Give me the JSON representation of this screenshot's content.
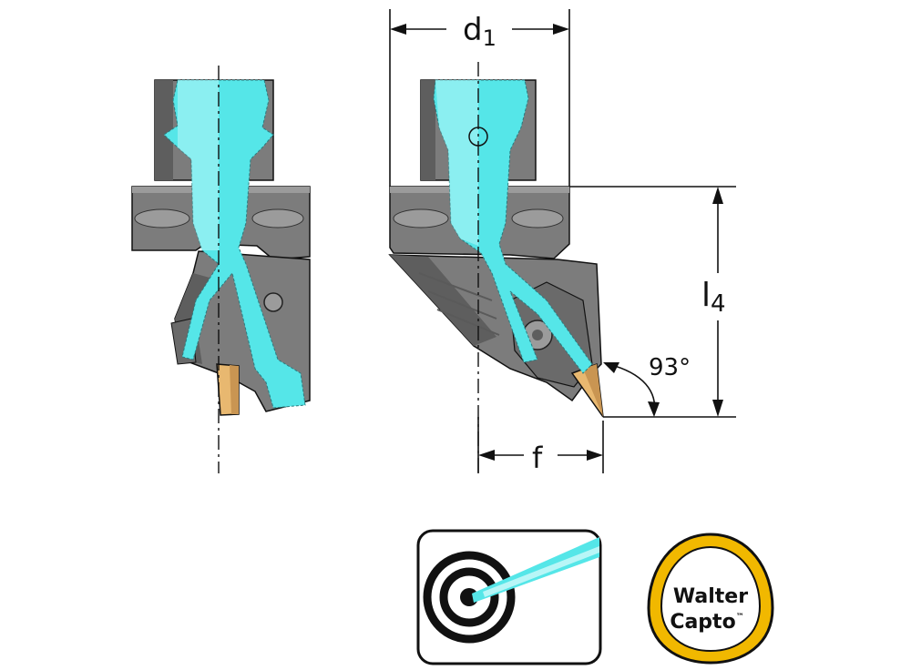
{
  "labels": {
    "d1_main": "d",
    "d1_sub": "1",
    "l4_main": "l",
    "l4_sub": "4",
    "angle": "93°",
    "f": "f"
  },
  "logo": {
    "line1": "Walter",
    "line2": "Capto",
    "tm": "™"
  },
  "icons": {
    "coolant": "coolant-spray-icon",
    "brand": "walter-capto-logo"
  },
  "colors": {
    "coolant": "#55e6e8",
    "body": "#7c7c7c",
    "body_dark": "#5e5e5e",
    "body_light": "#9b9b9b",
    "insert": "#e8b870",
    "logo_gold": "#f1b800",
    "line": "#111111"
  }
}
